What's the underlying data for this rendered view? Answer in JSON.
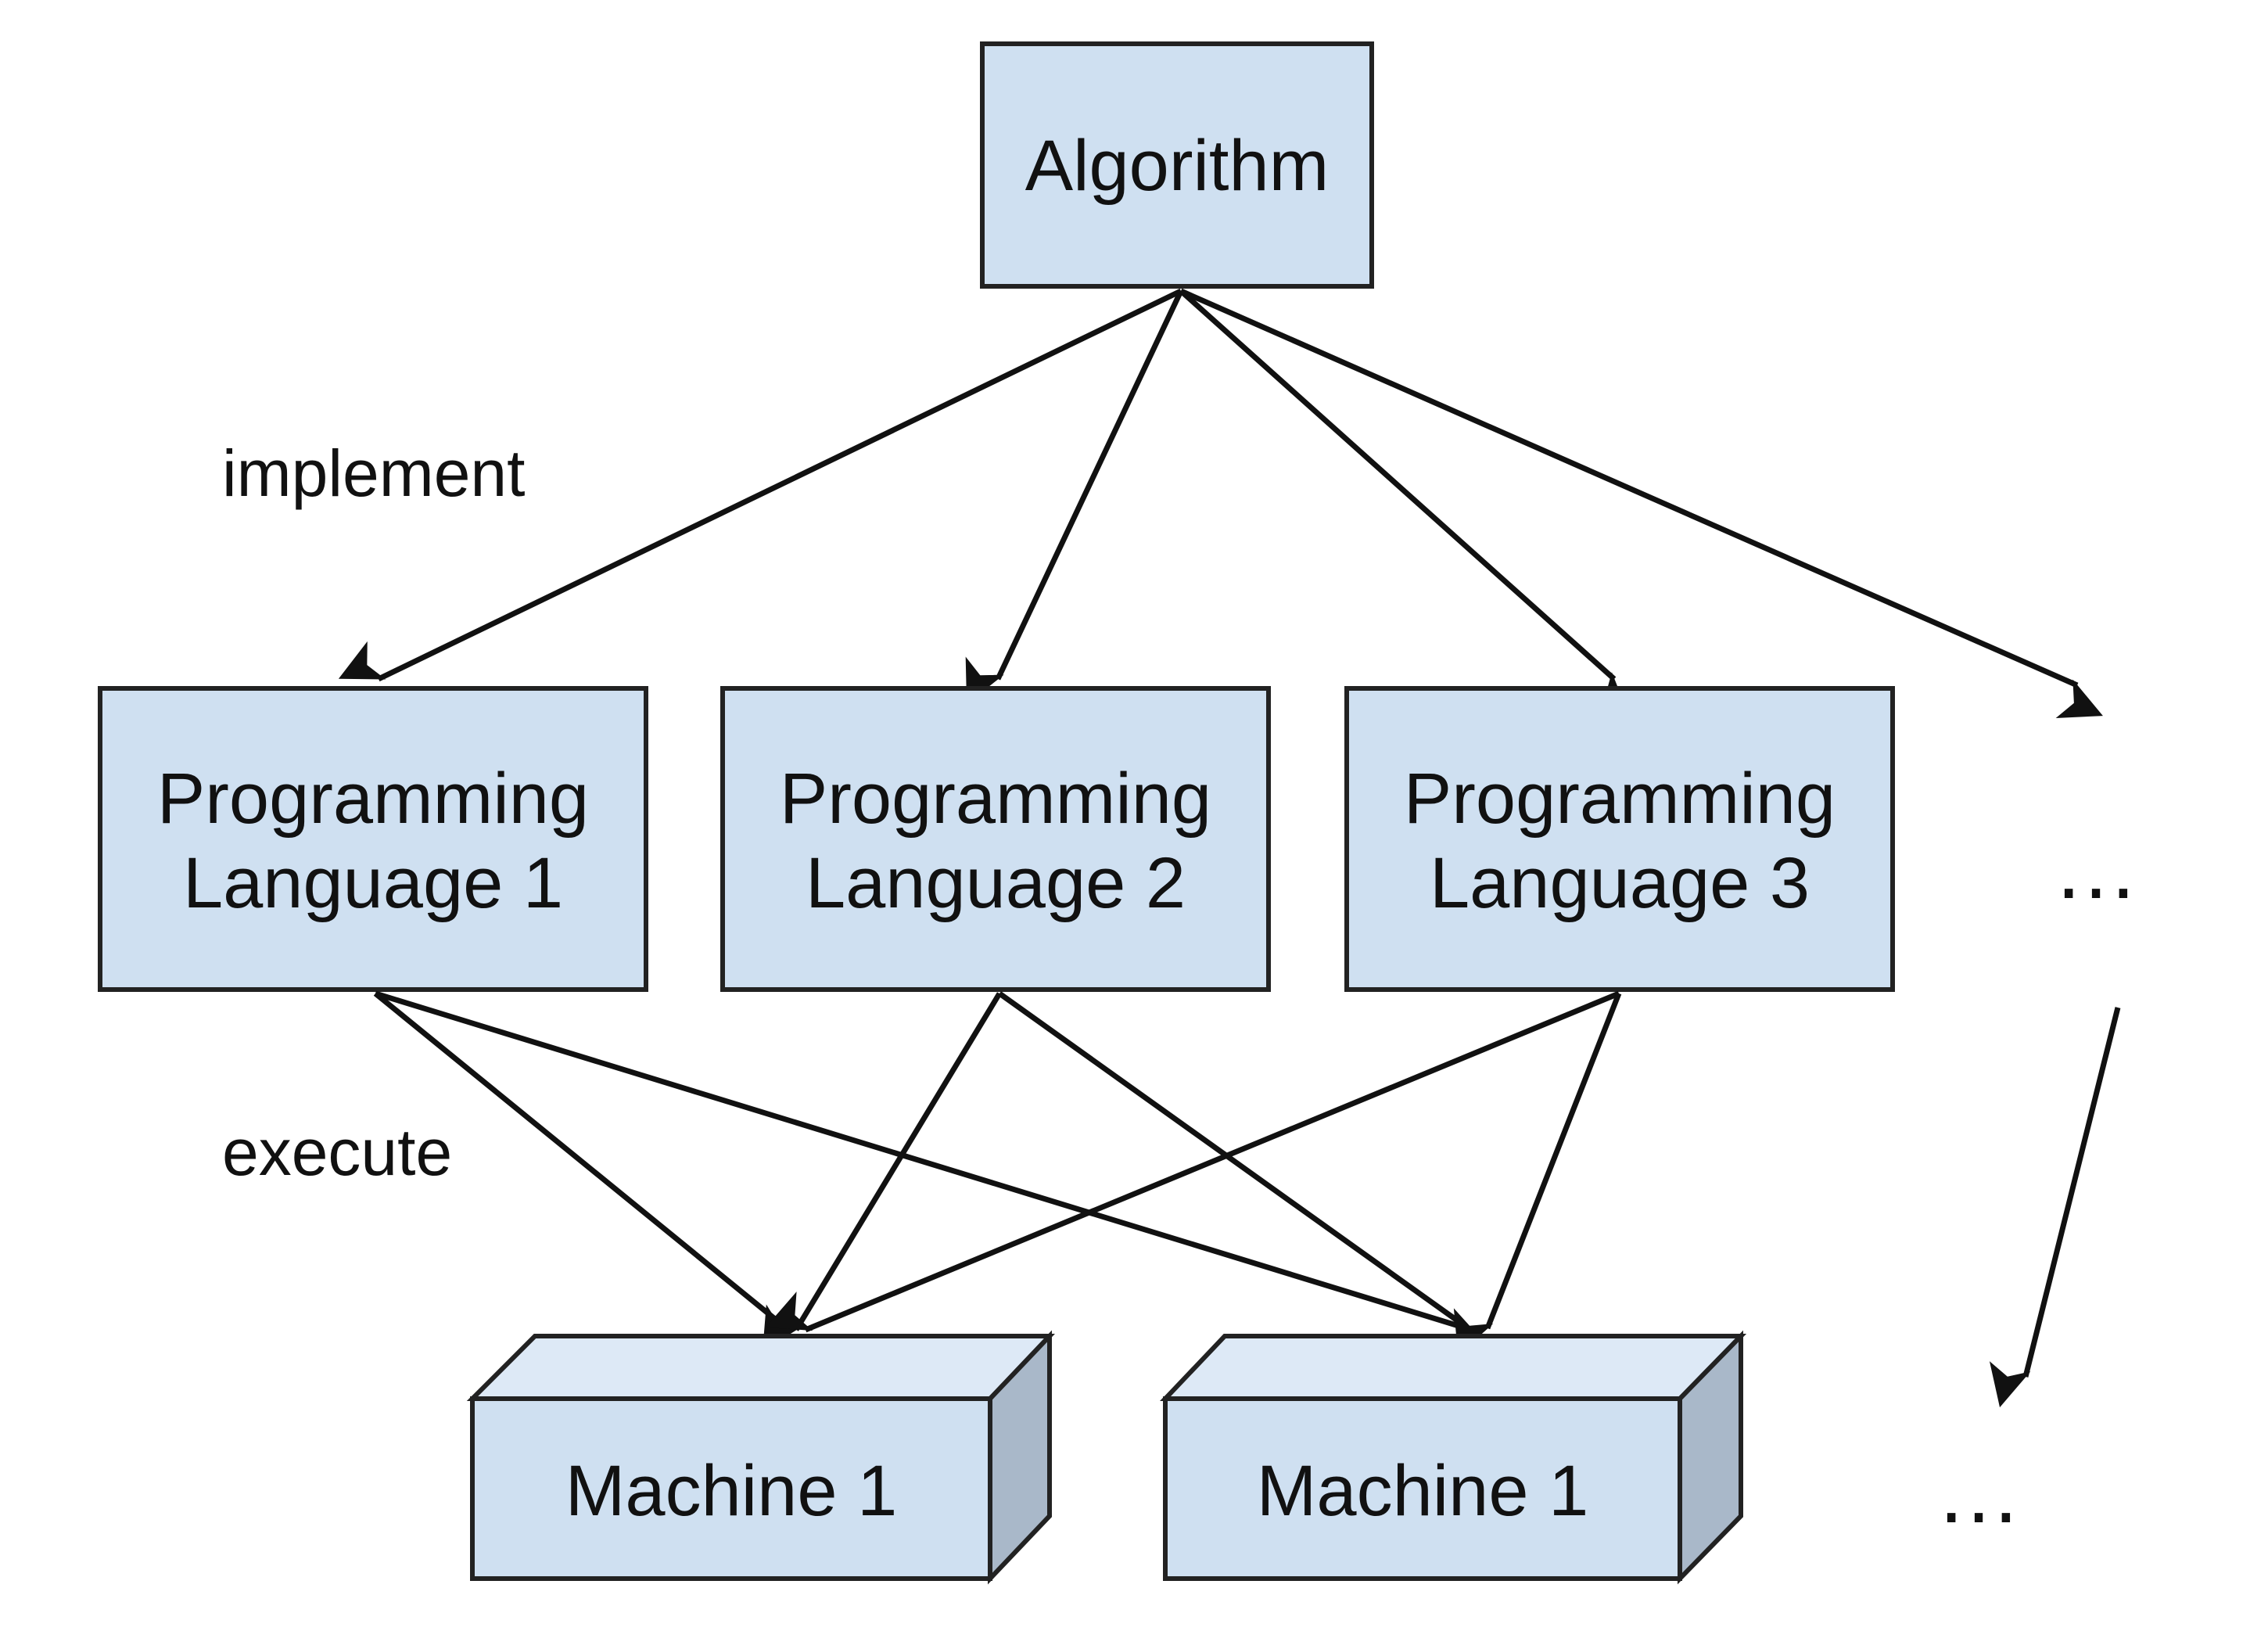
{
  "nodes": {
    "algorithm": "Algorithm",
    "languages": [
      {
        "line1": "Programming",
        "line2": "Language 1"
      },
      {
        "line1": "Programming",
        "line2": "Language 2"
      },
      {
        "line1": "Programming",
        "line2": "Language 3"
      }
    ],
    "languages_more": "…",
    "machines": [
      "Machine 1",
      "Machine 1"
    ],
    "machines_more": "…"
  },
  "edge_labels": {
    "implement": "implement",
    "execute": "execute"
  }
}
